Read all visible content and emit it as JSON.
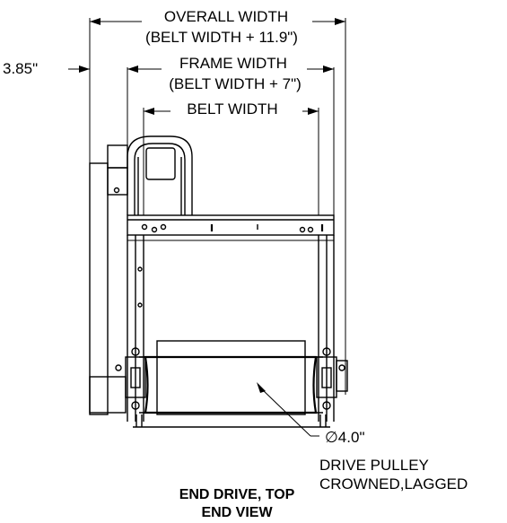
{
  "dimensions": {
    "overall_width": "OVERALL WIDTH",
    "overall_width_formula": "(BELT WIDTH + 11.9\")",
    "frame_width": "FRAME WIDTH",
    "frame_width_formula": "(BELT WIDTH + 7\")",
    "belt_width": "BELT WIDTH",
    "side_offset": "3.85\""
  },
  "callout": {
    "diameter": "∅4.0\"",
    "line1": "DRIVE PULLEY",
    "line2": "CROWNED,LAGGED"
  },
  "caption": {
    "line1": "END DRIVE, TOP",
    "line2": "END VIEW"
  }
}
